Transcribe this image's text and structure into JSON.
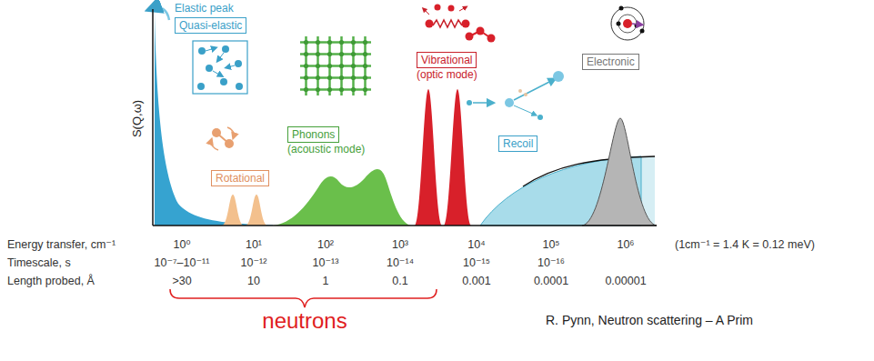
{
  "diagram": {
    "nodes": [
      {
        "text": [
          "Elastic peak",
          "Quasi-elastic"
        ]
      },
      {
        "text": [
          "Rotational"
        ]
      },
      {
        "text": [
          "Phonons",
          "(acoustic mode)"
        ]
      },
      {
        "text": [
          "Vibrational",
          "(optic mode)"
        ]
      },
      {
        "text": [
          "Recoil"
        ]
      },
      {
        "text": [
          "Electronic"
        ]
      }
    ],
    "labels": [
      "S(Q,ω)",
      "Energy transfer, cm⁻¹",
      "10⁰",
      "10¹",
      "10²",
      "10³",
      "10⁴",
      "10⁵",
      "10⁶",
      "Timescale, s",
      "10⁻⁷–10⁻¹¹",
      "10⁻¹²",
      "10⁻¹³",
      "10⁻¹⁴",
      "10⁻¹⁵",
      "10⁻¹⁶",
      "Length probed, Å",
      ">30",
      "10",
      "1",
      "0.1",
      "0.001",
      "0.0001",
      "0.00001",
      "(1cm⁻¹ = 1.4 K = 0.12 meV)",
      "neutrons",
      "R. Pynn, Neutron scattering – A Prim"
    ]
  }
}
